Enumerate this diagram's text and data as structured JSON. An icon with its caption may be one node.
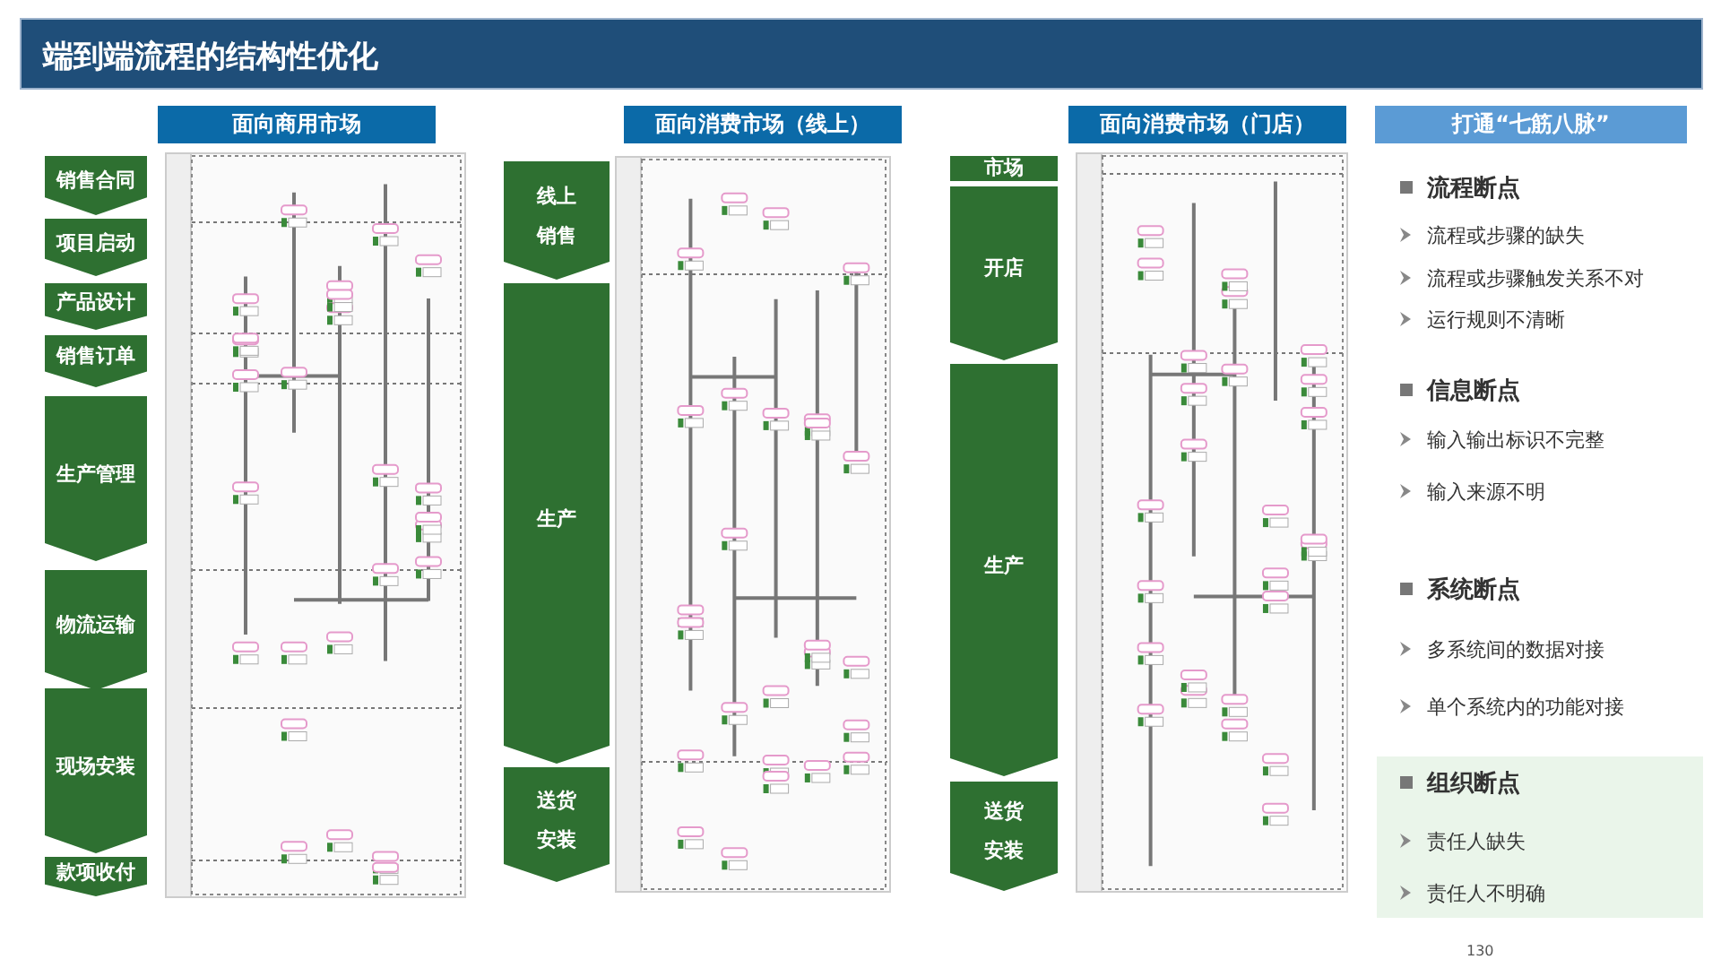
{
  "diagram": {
    "title": "端到端流程的结构性优化",
    "nodes": [
      {
        "text": [
          "面向商用市场"
        ]
      },
      {
        "text": [
          "面向消费市场（线上）"
        ]
      },
      {
        "text": [
          "面向消费市场（门店）"
        ]
      },
      {
        "text": [
          "打通“七筋八脉”"
        ]
      },
      {
        "text": [
          "销售合同"
        ]
      },
      {
        "text": [
          "项目启动"
        ]
      },
      {
        "text": [
          "产品设计"
        ]
      },
      {
        "text": [
          "销售订单"
        ]
      },
      {
        "text": [
          "生产管理"
        ]
      },
      {
        "text": [
          "物流运输"
        ]
      },
      {
        "text": [
          "现场安装"
        ]
      },
      {
        "text": [
          "款项收付"
        ]
      },
      {
        "text": [
          "线上销售"
        ]
      },
      {
        "text": [
          "生产"
        ]
      },
      {
        "text": [
          "送货安装"
        ]
      },
      {
        "text": [
          "市场"
        ]
      },
      {
        "text": [
          "开店"
        ]
      },
      {
        "text": [
          "生产"
        ]
      },
      {
        "text": [
          "送货安装"
        ]
      },
      {
        "text": [
          "组织断点",
          "责任人缺失",
          "责任人不明确"
        ]
      }
    ],
    "edges": [],
    "labels": [
      "流程断点",
      "流程或步骤的缺失",
      "流程或步骤触发关系不对",
      "运行规则不清晰",
      "信息断点",
      "输入输出标识不完整",
      "输入来源不明",
      "系统断点",
      "多系统间的数据对接",
      "单个系统内的功能对接",
      "130"
    ]
  }
}
